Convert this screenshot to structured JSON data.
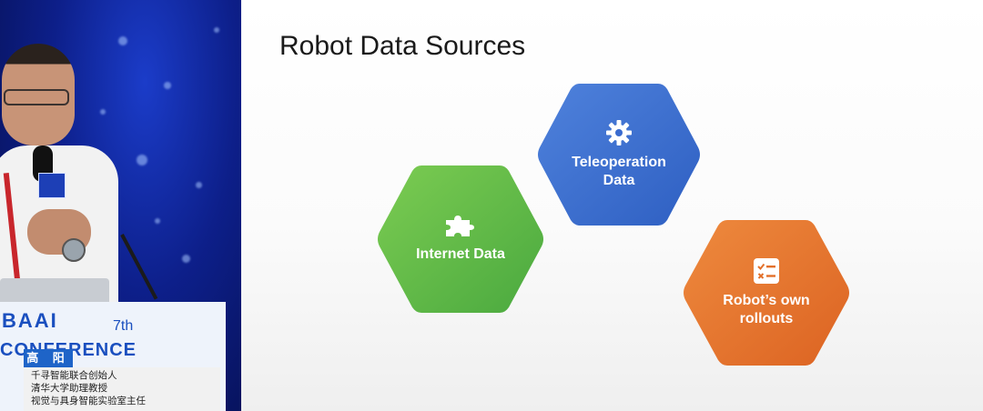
{
  "video": {
    "podium_brand": "BAAI",
    "podium_edition": "7th",
    "podium_conference": "CONFERENCE"
  },
  "speaker": {
    "name": "高 阳",
    "titles": [
      "千寻智能联合创始人",
      "清华大学助理教授",
      "视觉与具身智能实验室主任"
    ]
  },
  "slide": {
    "title": "Robot Data Sources",
    "sources": [
      {
        "label_lines": [
          "Teleoperation",
          "Data"
        ],
        "icon": "gear-icon",
        "color": "#3f6fd0"
      },
      {
        "label_lines": [
          "Internet Data"
        ],
        "icon": "puzzle-icon",
        "color": "#5cb84a"
      },
      {
        "label_lines": [
          "Robot’s own",
          "rollouts"
        ],
        "icon": "checklist-icon",
        "color": "#e3702a"
      }
    ]
  }
}
